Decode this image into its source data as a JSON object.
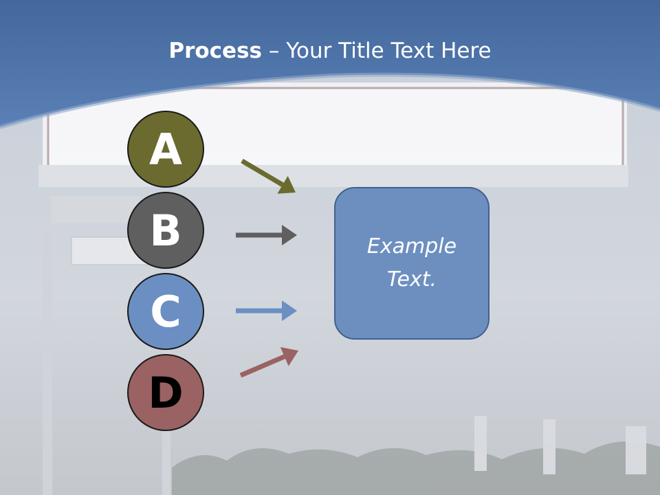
{
  "title": {
    "bold": "Process",
    "rest": " – Your Title Text Here"
  },
  "steps": [
    {
      "letter": "A",
      "color": "#6b6b30",
      "text_color": "#ffffff",
      "arrow_color": "#6b6b30"
    },
    {
      "letter": "B",
      "color": "#5f5f5f",
      "text_color": "#ffffff",
      "arrow_color": "#5f5f5f"
    },
    {
      "letter": "C",
      "color": "#6b8fc2",
      "text_color": "#ffffff",
      "arrow_color": "#6b8fc2"
    },
    {
      "letter": "D",
      "color": "#9a6262",
      "text_color": "#000000",
      "arrow_color": "#9a6262"
    }
  ],
  "box": {
    "text": "Example Text.",
    "fill": "#6c8fc0",
    "border": "#41608f"
  },
  "colors": {
    "banner": "#4f74a8",
    "background": "#cfd5de"
  }
}
